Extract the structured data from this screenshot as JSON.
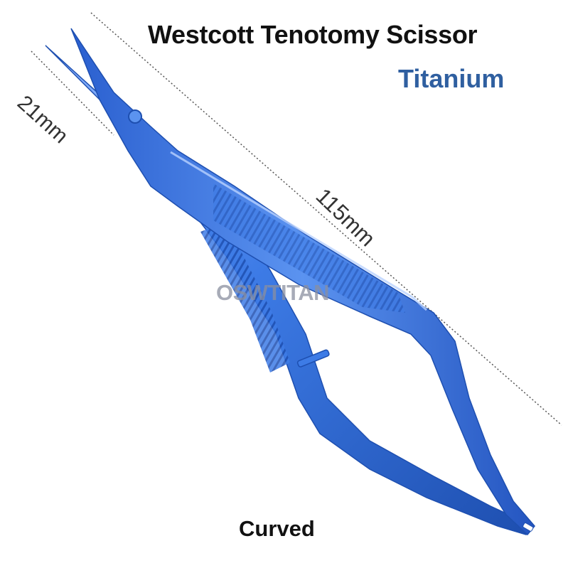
{
  "product": {
    "title": "Westcott Tenotomy Scissor",
    "subtitle": "Titanium",
    "caption": "Curved",
    "watermark": "OSWTITAN"
  },
  "dimensions": {
    "short_label": "21mm",
    "long_label": "115mm"
  },
  "colors": {
    "metal": "#3d7be6",
    "metal_dark": "#1e4fb0",
    "metal_light": "#8fb6ff",
    "subtitle": "#2f5fa0",
    "dim_line": "#555555"
  }
}
